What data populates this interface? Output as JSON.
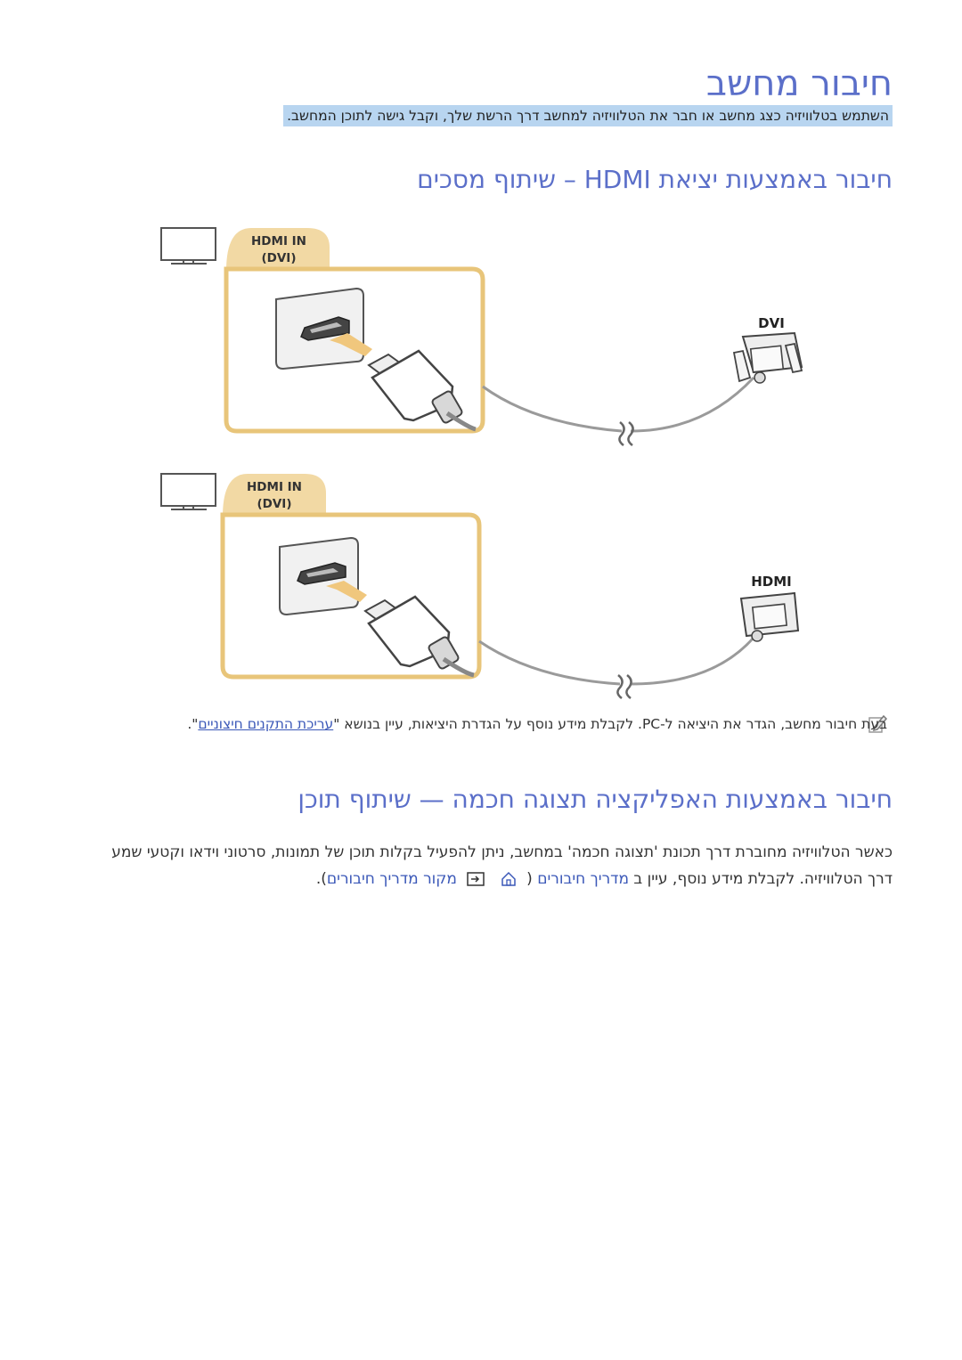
{
  "page": {
    "title": "חיבור מחשב",
    "intro": "השתמש בטלוויזיה כצג מחשב או חבר את הטלוויזיה למחשב דרך הרשת שלך, וקבל גישה לתוכן המחשב."
  },
  "section1": {
    "title": "חיבור באמצעות יציאת HDMI – שיתוף מסכים",
    "diagram_dvi": {
      "port_label_line1": "HDMI IN",
      "port_label_line2": "(DVI)",
      "cable_label": "DVI"
    },
    "diagram_hdmi": {
      "port_label_line1": "HDMI IN",
      "port_label_line2": "(DVI)",
      "cable_label": "HDMI"
    },
    "note": {
      "text_before": "בעת חיבור מחשב, הגדר את היציאה ל-PC. לקבלת מידע נוסף על הגדרת היציאות, עיין בנושא \"",
      "link": "עריכת התקנים חיצוניים",
      "text_after": "\"."
    }
  },
  "section2": {
    "title": "חיבור באמצעות האפליקציה תצוגה חכמה — שיתוף תוכן",
    "body_line1": "כאשר הטלוויזיה מחוברת דרך תכונת 'תצוגה חכמה' במחשב, ניתן להפעיל בקלות תוכן של תמונות, סרטוני וידאו וקטעי שמע",
    "body_line2_prefix": "דרך הטלוויזיה. לקבלת מידע נוסף, עיין ב ",
    "guide_link_1": "מדריך חיבורים",
    "paren_open": "(",
    "source_label": "מקור",
    "guide_link_2": "מדריך חיבורים",
    "paren_close": ").",
    "icons": [
      "home-icon",
      "source-icon"
    ]
  },
  "colors": {
    "heading": "#5b6fc9",
    "intro_highlight": "#b8d5f0",
    "port_frame": "#e8c57a",
    "link": "#3b58b8"
  }
}
